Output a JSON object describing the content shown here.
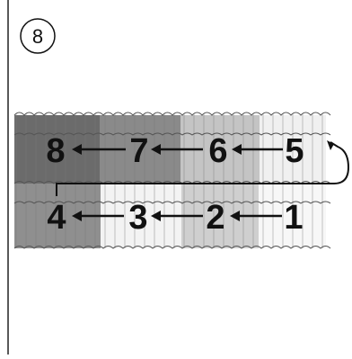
{
  "step_badge": {
    "number": "8"
  },
  "sheets": {
    "top_row": [
      "8",
      "7",
      "6",
      "5"
    ],
    "bottom_row": [
      "4",
      "3",
      "2",
      "1"
    ]
  },
  "colors": {
    "line": "#111111",
    "sheet_8": "#6b6b6b",
    "sheet_7": "#8a8a8a",
    "sheet_6": "#c4c4c4",
    "sheet_5": "#f0f0f0",
    "sheet_4": "#8f8f8f",
    "sheet_3": "#f3f3f3",
    "sheet_2": "#cfcfcf",
    "sheet_1": "#f7f7f7"
  }
}
